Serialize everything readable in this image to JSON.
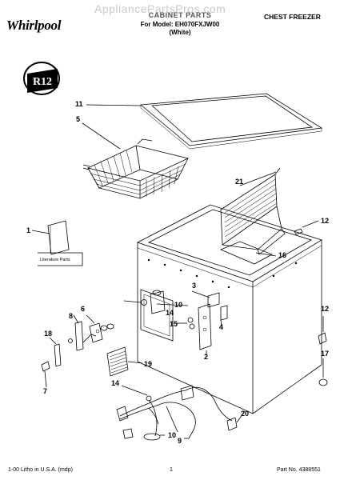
{
  "watermark": "AppliancePartsPros.com",
  "header": {
    "brand": "Whirlpool",
    "title": "CABINET PARTS",
    "model": "For Model: EH070FXJW00",
    "color": "(White)",
    "right_title": "CHEST FREEZER"
  },
  "badge": {
    "text": "R12"
  },
  "literature_label": "Literature Parts",
  "callouts": [
    "11",
    "5",
    "21",
    "12",
    "1",
    "16",
    "3",
    "10",
    "6",
    "8",
    "14",
    "15",
    "4",
    "12",
    "18",
    "2",
    "19",
    "17",
    "7",
    "14",
    "20",
    "10",
    "9"
  ],
  "footer": {
    "left": "1-00 Litho in U.S.A. (mdp)",
    "center": "1",
    "right": "Part No. 4388551"
  }
}
